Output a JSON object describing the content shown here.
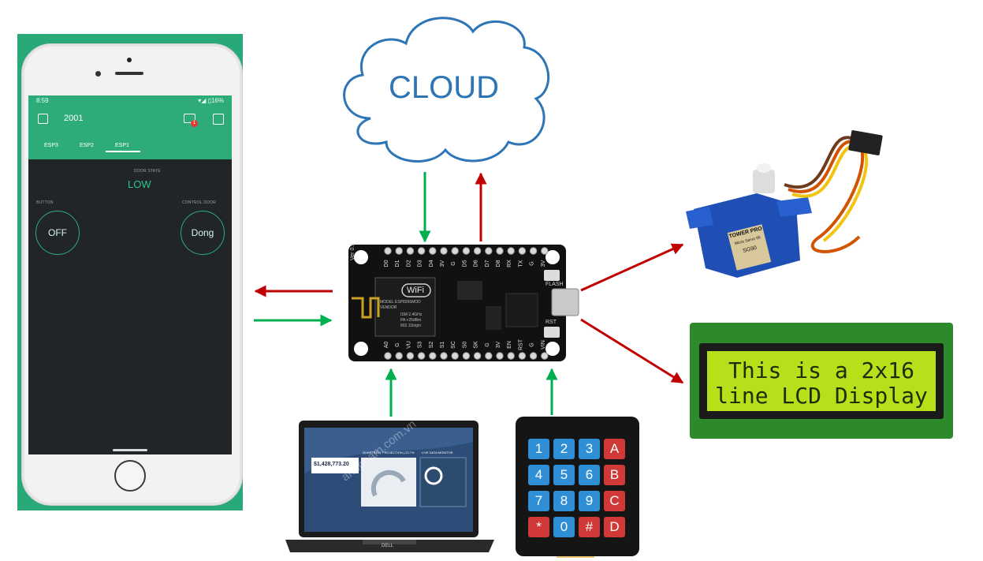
{
  "phone": {
    "status_time": "8:59",
    "status_right": "▾◢ ▯16%",
    "title": "2001",
    "notification_count": "1",
    "tabs": [
      "ESP3",
      "ESP2",
      "ESP1"
    ],
    "active_tab": "ESP1",
    "door_state_label": "DOOR STATE",
    "door_state_value": "LOW",
    "button_label": "BUTTON",
    "button_value": "OFF",
    "control_label": "CONTROL DOOR",
    "control_value": "Dong"
  },
  "cloud": {
    "label": "CLOUD"
  },
  "board": {
    "top_pins": [
      "D0",
      "D1",
      "D2",
      "D3",
      "D4",
      "3V",
      "G",
      "D5",
      "D6",
      "D7",
      "D8",
      "RX",
      "TX",
      "G",
      "3V"
    ],
    "bottom_pins": [
      "A0",
      "G",
      "VU",
      "S3",
      "S2",
      "S1",
      "SC",
      "S0",
      "SK",
      "G",
      "3V",
      "EN",
      "RST",
      "G",
      "VIN"
    ],
    "version_label": "Ver 0.1",
    "module_label": "WiFi",
    "module_text": "MODEL ESP8266MOD",
    "vendor_text": "VENDOR",
    "ism_text": "ISM 2.4GHz",
    "pa_text": "PA +25dBm",
    "protocol_text": "802.11b/g/n",
    "flash_label": "FLASH",
    "rst_label": "RST"
  },
  "servo": {
    "brand": "TOWER PRO",
    "model_line": "Micro Servo 99",
    "model": "SG90"
  },
  "lcd": {
    "line1": "This is a 2x16",
    "line2": "line LCD Display"
  },
  "laptop": {
    "amount": "$1,428,773.20",
    "widget_a": "QUARTERLY PROJECTION | 23.7%",
    "widget_b": "LIVE DATA MONITOR",
    "brand": "DELL"
  },
  "keypad": {
    "keys": [
      [
        "1",
        "2",
        "3",
        "A"
      ],
      [
        "4",
        "5",
        "6",
        "B"
      ],
      [
        "7",
        "8",
        "9",
        "C"
      ],
      [
        "*",
        "0",
        "#",
        "D"
      ]
    ]
  },
  "watermark": "anhpham.com.vn",
  "colors": {
    "incoming_arrow": "#00b050",
    "outgoing_arrow": "#c00000",
    "cloud_outline": "#2e75b6",
    "phone_green": "#2dac79",
    "lcd_green": "#b7e01a"
  }
}
